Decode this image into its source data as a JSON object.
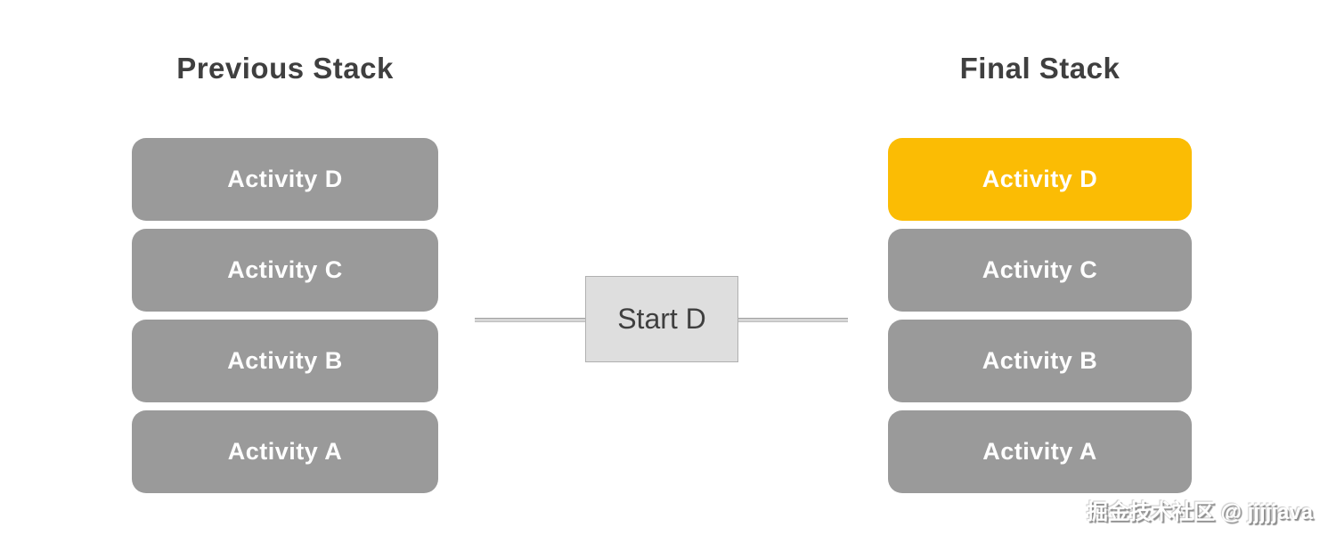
{
  "diagram": {
    "left_stack": {
      "title": "Previous Stack",
      "items": [
        {
          "label": "Activity D",
          "highlighted": false
        },
        {
          "label": "Activity C",
          "highlighted": false
        },
        {
          "label": "Activity B",
          "highlighted": false
        },
        {
          "label": "Activity A",
          "highlighted": false
        }
      ]
    },
    "action_box": {
      "label": "Start D"
    },
    "right_stack": {
      "title": "Final Stack",
      "items": [
        {
          "label": "Activity D",
          "highlighted": true
        },
        {
          "label": "Activity C",
          "highlighted": false
        },
        {
          "label": "Activity B",
          "highlighted": false
        },
        {
          "label": "Activity A",
          "highlighted": false
        }
      ]
    },
    "watermark": "掘金技术社区 @ jjjjjava",
    "colors": {
      "box_gray": "#9a9a9a",
      "box_highlight": "#fbbc04",
      "box_text": "#ffffff",
      "title_text": "#3f3f3f",
      "action_fill": "#dedede",
      "action_border": "#b0b0b0",
      "action_text": "#3f3f3f",
      "connector_line": "#d6d6d6"
    }
  }
}
